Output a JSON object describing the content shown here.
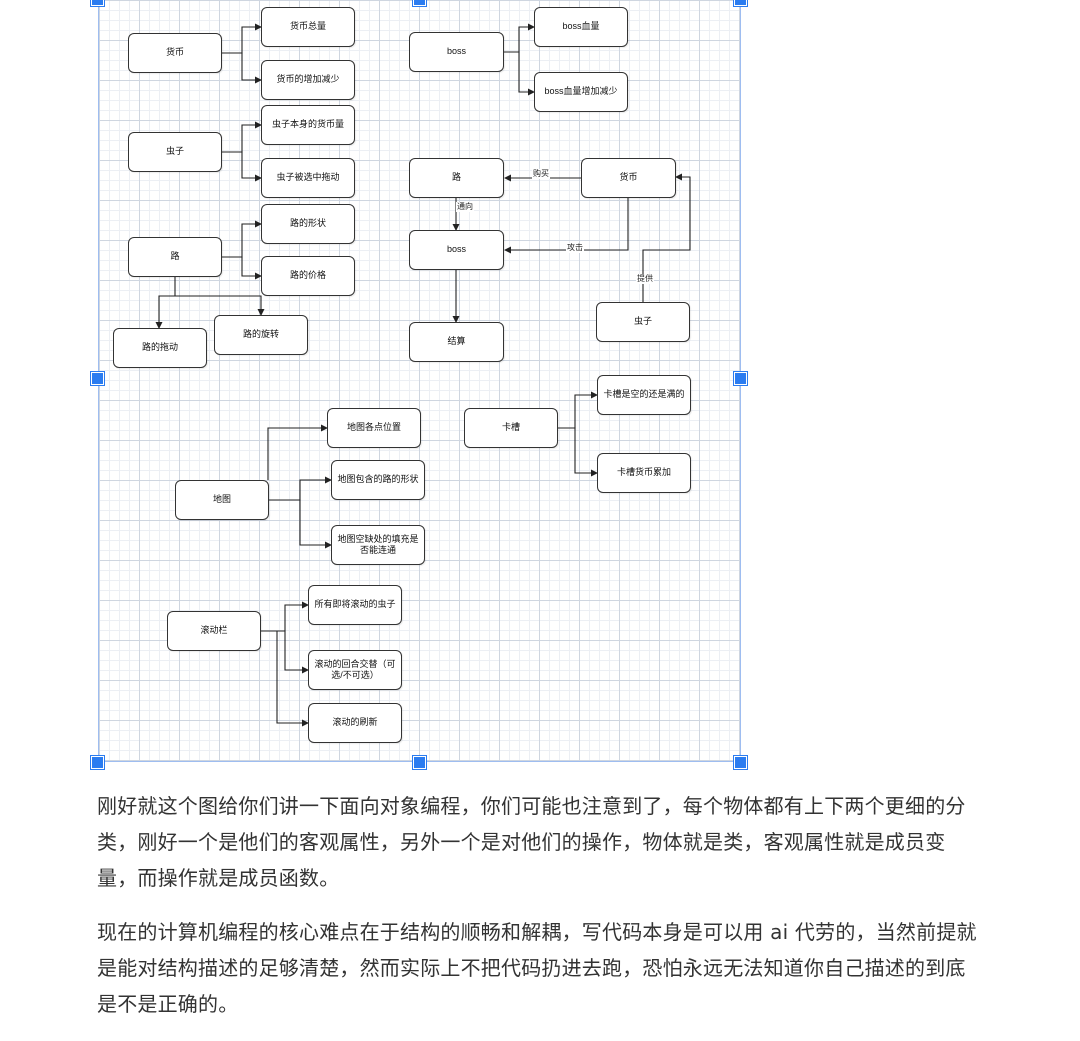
{
  "diagram": {
    "nodes": {
      "currency": "货币",
      "currency_total": "货币总量",
      "currency_change": "货币的增加减少",
      "bug": "虫子",
      "bug_currency": "虫子本身的货币量",
      "bug_drag": "虫子被选中拖动",
      "road": "路",
      "road_shape": "路的形状",
      "road_price": "路的价格",
      "road_drag": "路的拖动",
      "road_rotate": "路的旋转",
      "boss": "boss",
      "boss_hp": "boss血量",
      "boss_hp_change": "boss血量增加减少",
      "flow_road": "路",
      "flow_currency": "货币",
      "flow_boss": "boss",
      "flow_settle": "结算",
      "flow_bug": "虫子",
      "slot": "卡槽",
      "slot_empty": "卡槽是空的还是满的",
      "slot_currency": "卡槽货币累加",
      "map": "地图",
      "map_points": "地图各点位置",
      "map_road_shape": "地图包含的路的形状",
      "map_gap": "地图空缺处的填充是否能连通",
      "scroll": "滚动栏",
      "scroll_bugs": "所有即将滚动的虫子",
      "scroll_turn": "滚动的回合交替（可选/不可选）",
      "scroll_refresh": "滚动的刷新"
    },
    "edge_labels": {
      "buy": "购买",
      "leads_to": "通向",
      "attack": "攻击",
      "provide": "提供"
    }
  },
  "article": {
    "paragraph1": "刚好就这个图给你们讲一下面向对象编程，你们可能也注意到了，每个物体都有上下两个更细的分类，刚好一个是他们的客观属性，另外一个是对他们的操作，物体就是类，客观属性就是成员变量，而操作就是成员函数。",
    "paragraph2": "现在的计算机编程的核心难点在于结构的顺畅和解耦，写代码本身是可以用 ai 代劳的，当然前提就是能对结构描述的足够清楚，然而实际上不把代码扔进去跑，恐怕永远无法知道你自己描述的到底是不是正确的。"
  }
}
